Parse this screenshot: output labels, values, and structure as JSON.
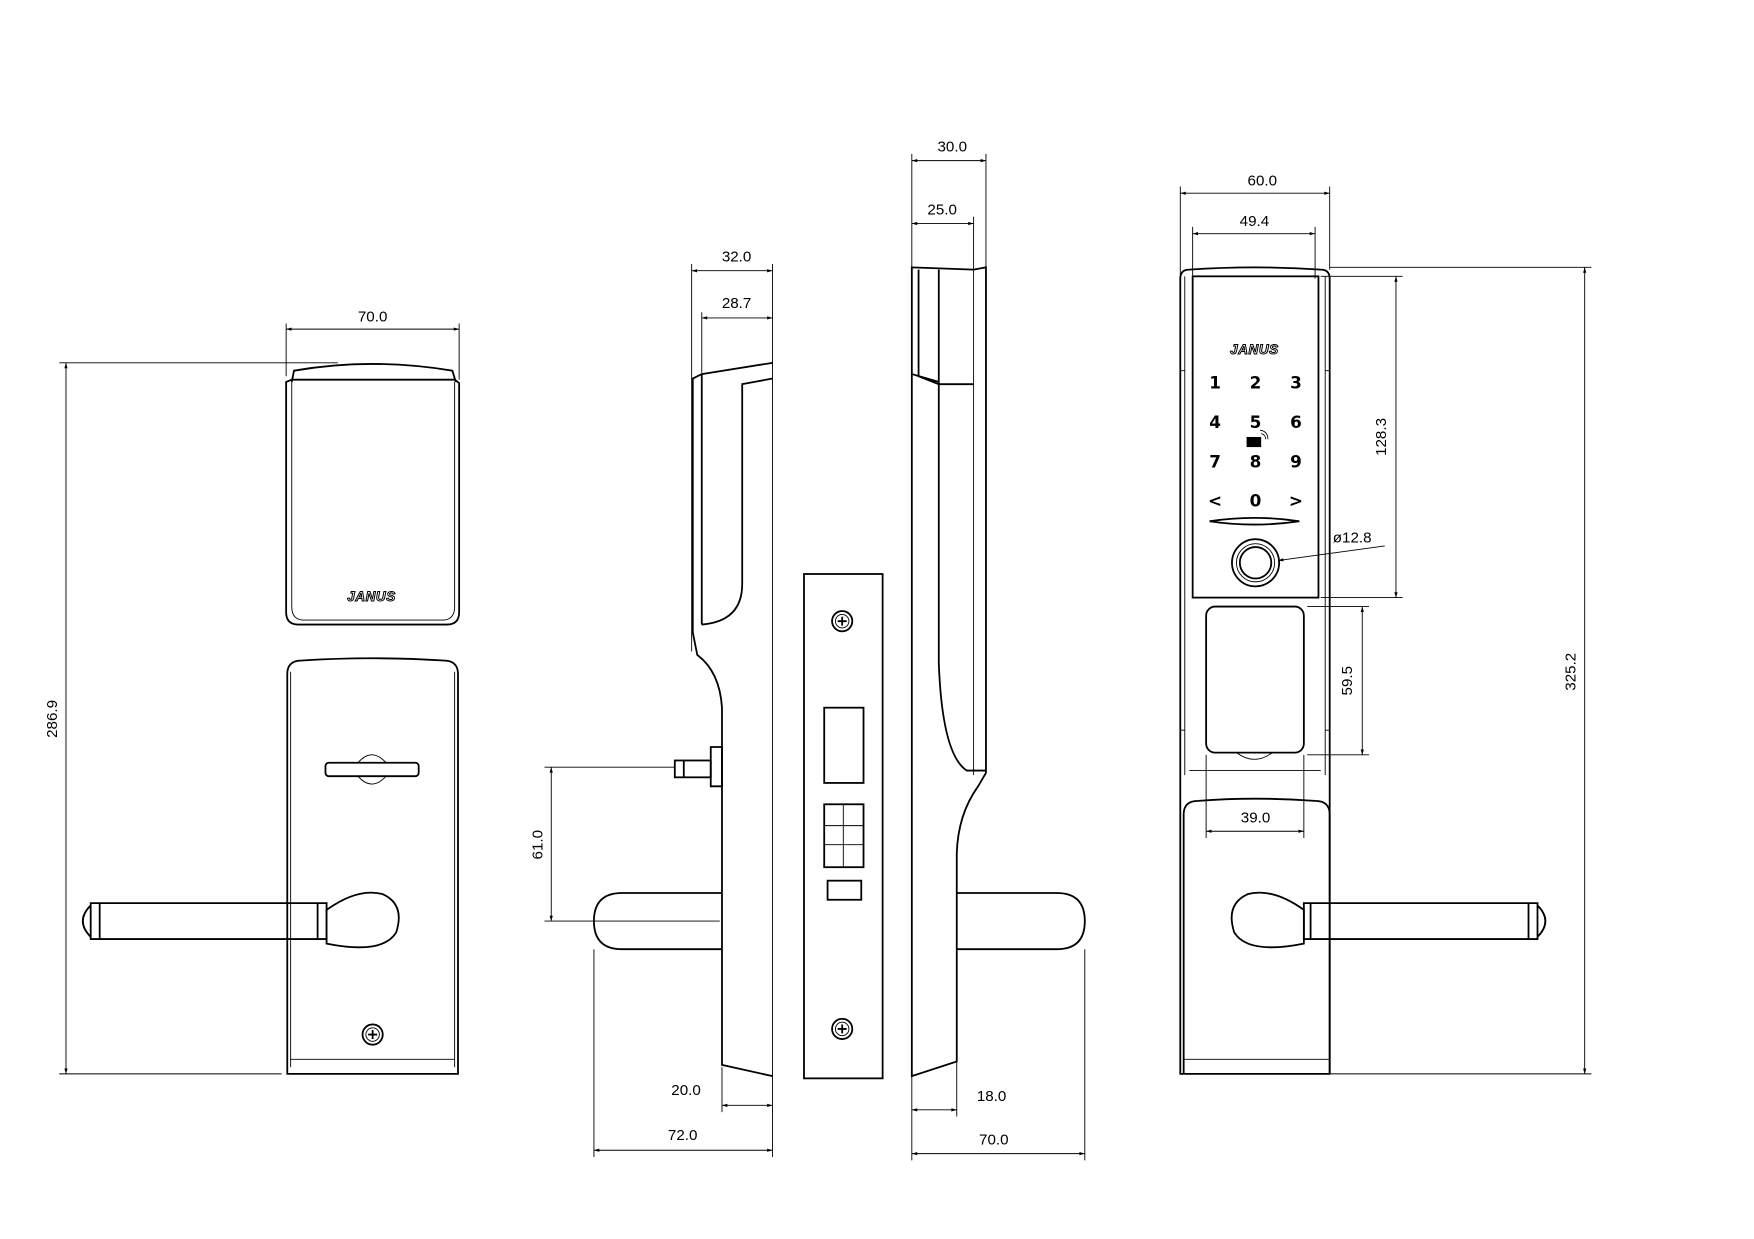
{
  "brand_logo": "JANUS",
  "colors": {
    "line": "#000000",
    "background": "#ffffff"
  },
  "views": {
    "front_inside": {
      "width_dim": "70.0",
      "height_dim": "286.9",
      "logo": "JANUS"
    },
    "side_inside": {
      "depth_dim": "32.0",
      "cap_depth_dim": "28.7",
      "spindle_height_dim": "61.0",
      "plate_depth_dim": "20.0",
      "lever_projection_dim": "72.0"
    },
    "side_outside": {
      "depth_dim": "30.0",
      "cap_depth_dim": "25.0",
      "plate_depth_dim": "18.0",
      "lever_projection_dim": "70.0"
    },
    "front_outside": {
      "width_dim": "60.0",
      "panel_width_dim": "49.4",
      "panel_height_dim": "128.3",
      "fingerprint_dim": "ø12.8",
      "handle_height_dim": "59.5",
      "handle_width_dim": "39.0",
      "total_height_dim": "325.2",
      "logo": "JANUS",
      "keypad": [
        "1",
        "2",
        "3",
        "4",
        "5",
        "6",
        "7",
        "8",
        "9",
        "<",
        "0",
        ">"
      ]
    }
  }
}
